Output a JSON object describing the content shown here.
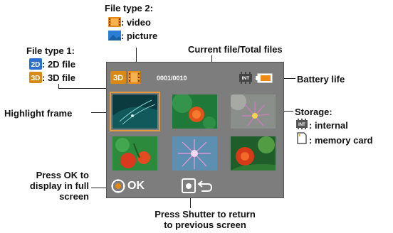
{
  "callouts": {
    "file_type_2": "File type 2:",
    "video": ": video",
    "picture": ": picture",
    "current_total": "Current file/Total files",
    "file_type_1": "File type 1:",
    "file_2d": ": 2D file",
    "file_3d": ": 3D file",
    "battery": "Battery life",
    "highlight": "Highlight frame",
    "storage": "Storage:",
    "internal": ": internal",
    "memory_card": ": memory card",
    "press_ok_l1": "Press OK to",
    "press_ok_l2": "display in full",
    "press_ok_l3": "screen",
    "shutter_l1": "Press Shutter to return",
    "shutter_l2": "to previous screen"
  },
  "screen": {
    "counter": "0001/0010",
    "ok_label": "OK",
    "mode_badge": "3D",
    "storage_badge": "INT"
  },
  "icons": {
    "video": "film-icon",
    "picture": "picture-icon",
    "twod": "2d-icon",
    "threed": "3d-icon",
    "internal": "internal-memory-icon",
    "card": "memory-card-icon",
    "battery": "battery-icon",
    "ok": "ok-dpad-icon",
    "shutter": "shutter-icon",
    "back": "return-arrow-icon"
  },
  "colors": {
    "highlight": "#e39a3e",
    "screen_bg": "#7d7d7d",
    "accent_blue": "#2a7fd4"
  }
}
